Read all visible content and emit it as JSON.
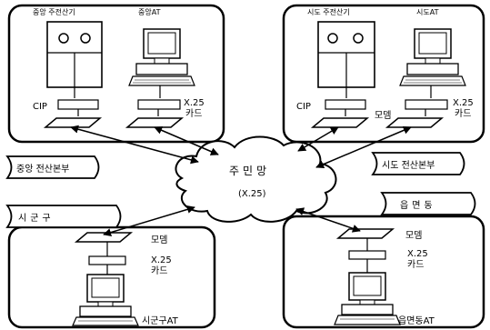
{
  "central_site": {
    "mainframe_label": "중앙 주전산기",
    "at_label": "중앙AT",
    "cip_label": "CIP",
    "x25_line1": "X.25",
    "x25_line2": "카드"
  },
  "provincial_site": {
    "mainframe_label": "시도 주전산기",
    "at_label": "시도AT",
    "cip_label": "CIP",
    "modem_label": "모뎀",
    "x25_line1": "X.25",
    "x25_line2": "카드"
  },
  "city_site": {
    "modem_label": "모뎀",
    "x25_line1": "X.25",
    "x25_line2": "카드",
    "at_label": "시군구AT"
  },
  "town_site": {
    "modem_label": "모뎀",
    "x25_line1": "X.25",
    "x25_line2": "카드",
    "at_label": "읍면동AT"
  },
  "network": {
    "name": "주민망",
    "protocol": "(X.25)"
  },
  "banners": {
    "central": "중앙 전산본부",
    "provincial": "시도 전산본부",
    "city": "시군구",
    "town": "읍면동"
  }
}
